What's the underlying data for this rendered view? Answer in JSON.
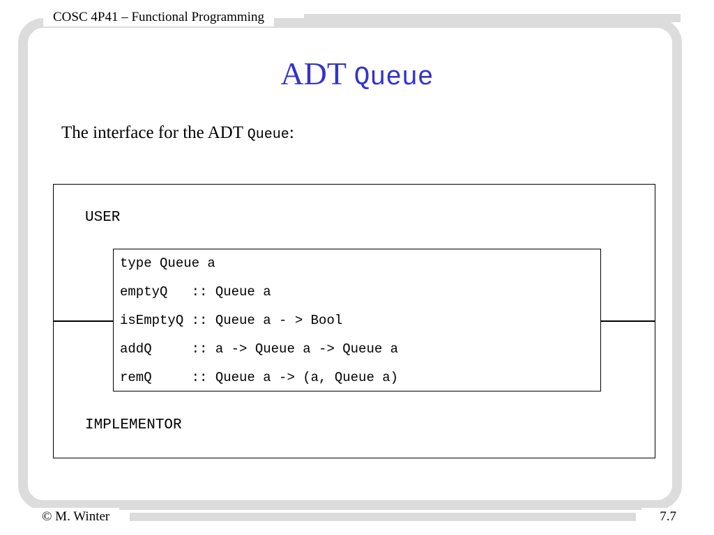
{
  "header": {
    "course": "COSC 4P41 – Functional Programming"
  },
  "slide": {
    "title_text": "ADT",
    "title_code": "Queue",
    "intro_text": "The interface for the ADT ",
    "intro_code": "Queue",
    "intro_suffix": ":",
    "user_label": "USER",
    "implementor_label": "IMPLEMENTOR",
    "signatures": [
      "type Queue a",
      "emptyQ   :: Queue a",
      "isEmptyQ :: Queue a - > Bool",
      "addQ     :: a -> Queue a -> Queue a",
      "remQ     :: Queue a -> (a, Queue a)"
    ]
  },
  "footer": {
    "author": "© M. Winter",
    "page": "7.7"
  },
  "colors": {
    "title": "#3333cc",
    "frame": "#dcdcdc"
  }
}
